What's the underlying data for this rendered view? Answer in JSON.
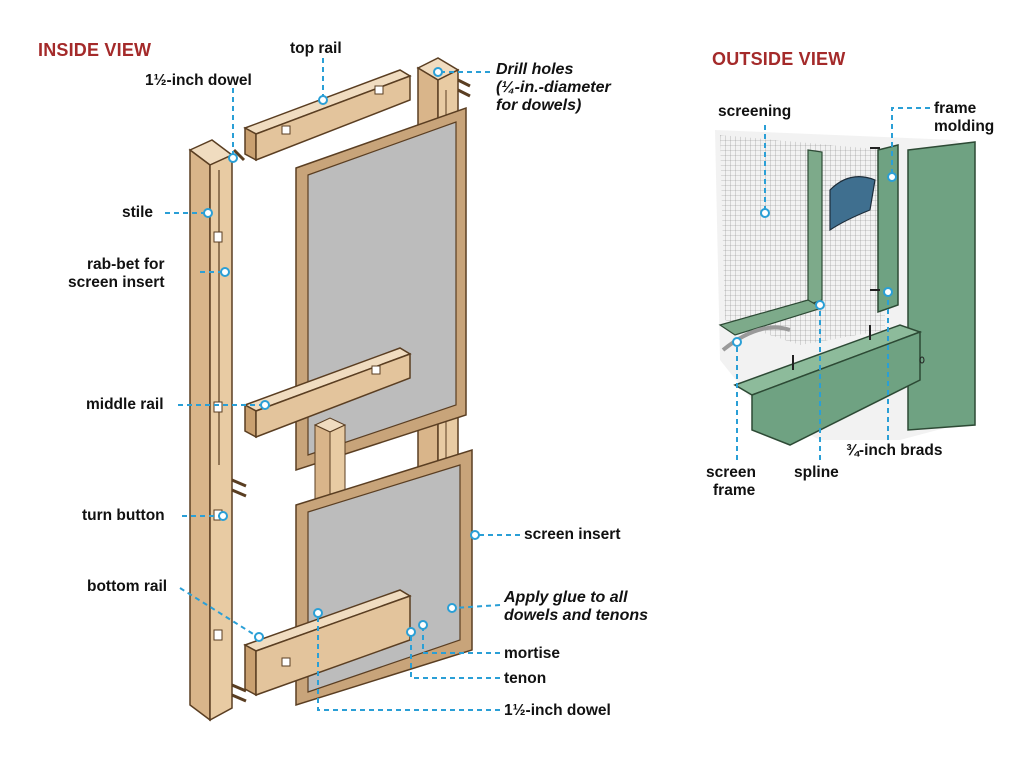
{
  "colors": {
    "heading": "#a42a2a",
    "leader": "#2a9fd6",
    "wood": "#e3c49c",
    "wood_dark": "#b48a5c",
    "screen_gray": "#b9b9b9",
    "green": "#6fa282"
  },
  "inside": {
    "title": "INSIDE VIEW",
    "labels": {
      "top_rail": "top rail",
      "dowel_top": "1½-inch dowel",
      "drill_1": "Drill holes",
      "drill_2": "(¼-in.-diameter",
      "drill_3": "for dowels)",
      "stile": "stile",
      "rabbet_1": "rab-bet for",
      "rabbet_2": "screen insert",
      "middle_rail": "middle rail",
      "turn_button": "turn button",
      "screen_insert": "screen insert",
      "bottom_rail": "bottom rail",
      "glue_1": "Apply glue to all",
      "glue_2": "dowels and tenons",
      "mortise": "mortise",
      "tenon": "tenon",
      "dowel_bottom": "1½-inch dowel"
    }
  },
  "outside": {
    "title": "OUTSIDE VIEW",
    "labels": {
      "screening": "screening",
      "frame_molding_1": "frame",
      "frame_molding_2": "molding",
      "screen_frame_1": "screen",
      "screen_frame_2": "frame",
      "spline": "spline",
      "brads": "¾-inch brads"
    }
  }
}
